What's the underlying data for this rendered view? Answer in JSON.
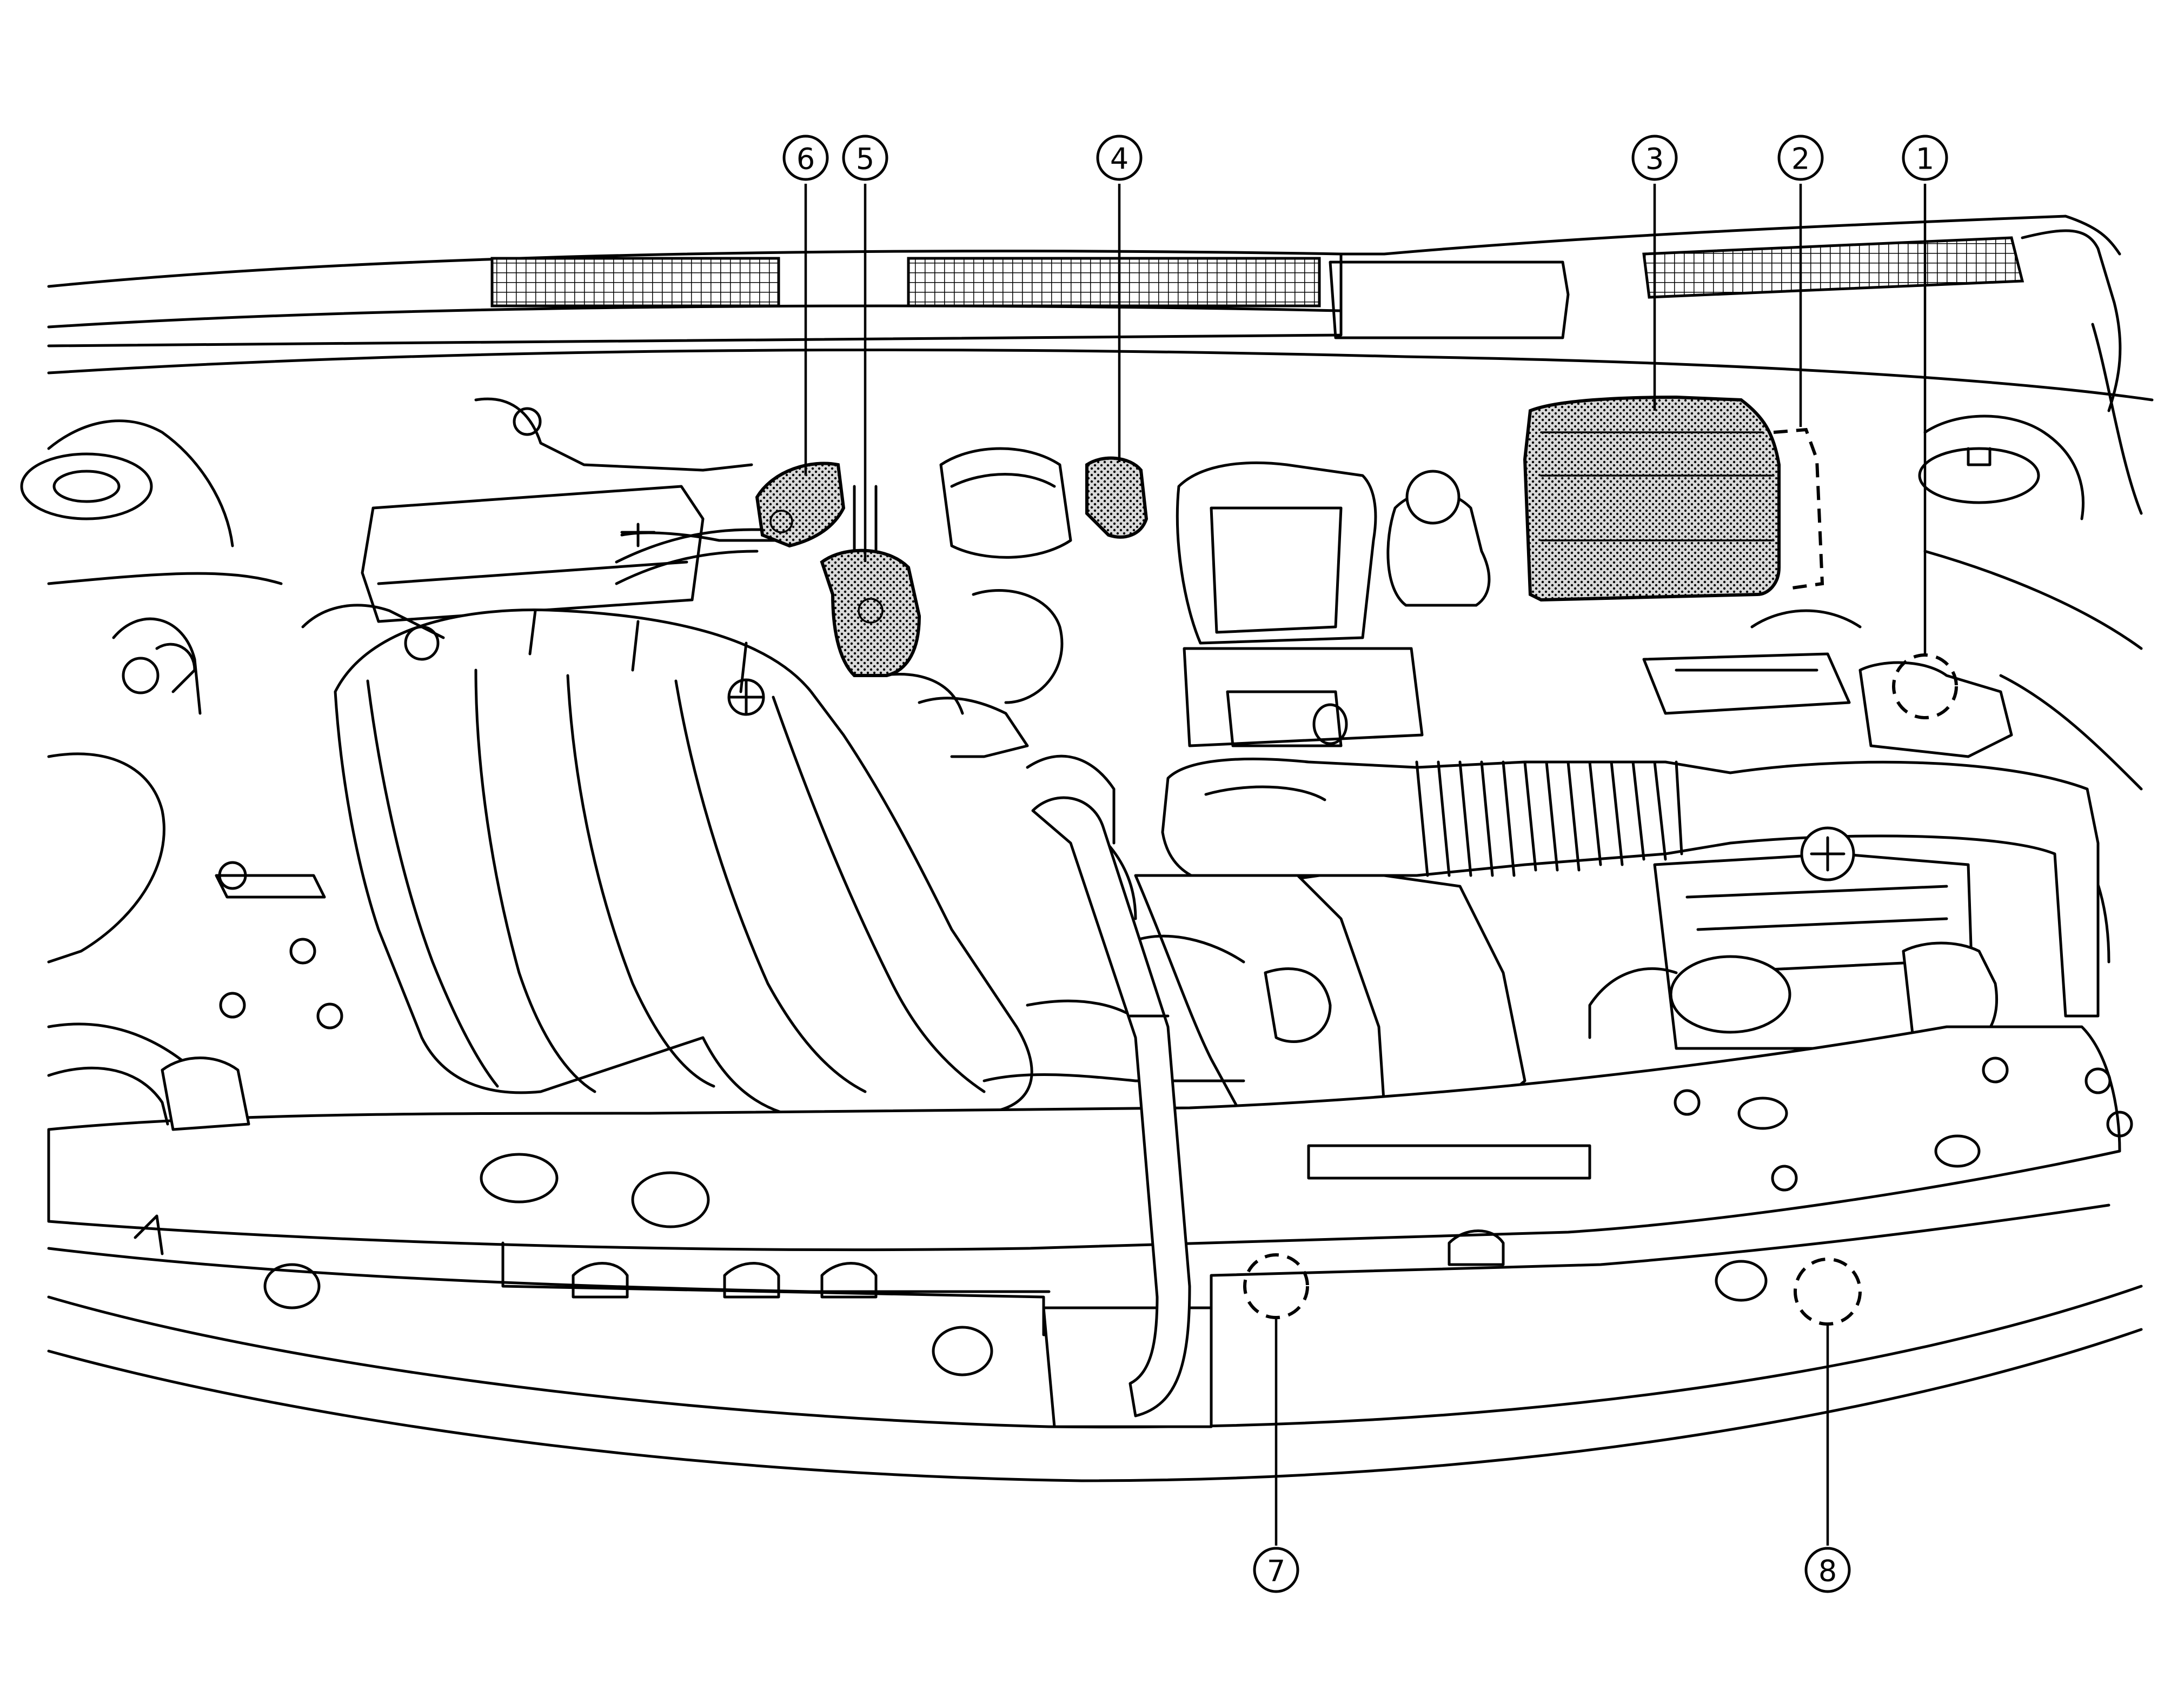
{
  "callouts": [
    {
      "id": "1",
      "label": "1"
    },
    {
      "id": "2",
      "label": "2"
    },
    {
      "id": "3",
      "label": "3"
    },
    {
      "id": "4",
      "label": "4"
    },
    {
      "id": "5",
      "label": "5"
    },
    {
      "id": "6",
      "label": "6"
    },
    {
      "id": "7",
      "label": "7"
    },
    {
      "id": "8",
      "label": "8"
    }
  ],
  "style": {
    "ink": "#000000",
    "paper": "#ffffff",
    "highlight_pattern": "stippled"
  }
}
